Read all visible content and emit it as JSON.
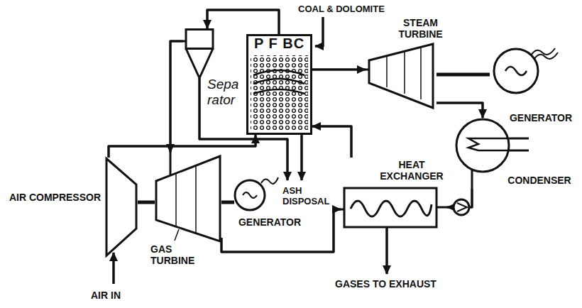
{
  "diagram": {
    "nodes": [
      {
        "text": [
          "P F BC"
        ]
      },
      {
        "text": [
          "Separator"
        ]
      },
      {
        "text": [
          "STEAM TURBINE"
        ]
      },
      {
        "text": [
          "GENERATOR"
        ]
      },
      {
        "text": [
          "CONDENSER"
        ]
      },
      {
        "text": [
          "HEAT EXCHANGER"
        ]
      },
      {
        "text": [
          "AIR COMPRESSOR"
        ]
      },
      {
        "text": [
          "GAS TURBINE"
        ]
      },
      {
        "text": [
          "GENERATOR"
        ]
      }
    ],
    "edges": [
      {
        "from": 0,
        "to": 1,
        "arrow": "to"
      },
      {
        "from": 1,
        "to": 7,
        "arrow": "to"
      },
      {
        "from": 6,
        "to": 0,
        "arrow": "to"
      },
      {
        "from": 7,
        "to": 5,
        "arrow": "to"
      },
      {
        "from": 5,
        "to": 0,
        "arrow": "to"
      },
      {
        "from": 0,
        "to": 2,
        "arrow": "to"
      },
      {
        "from": 2,
        "to": 4,
        "arrow": "to"
      },
      {
        "from": 4,
        "to": 5,
        "arrow": "to"
      },
      {
        "from": 2,
        "to": 3,
        "arrow": "none"
      },
      {
        "from": 7,
        "to": 8,
        "arrow": "none"
      },
      {
        "from": 6,
        "to": 7,
        "arrow": "none"
      }
    ],
    "labels": [
      "COAL & DOLOMITE",
      "ASH DISPOSAL",
      "GASES TO EXHAUST",
      "AIR IN"
    ]
  }
}
